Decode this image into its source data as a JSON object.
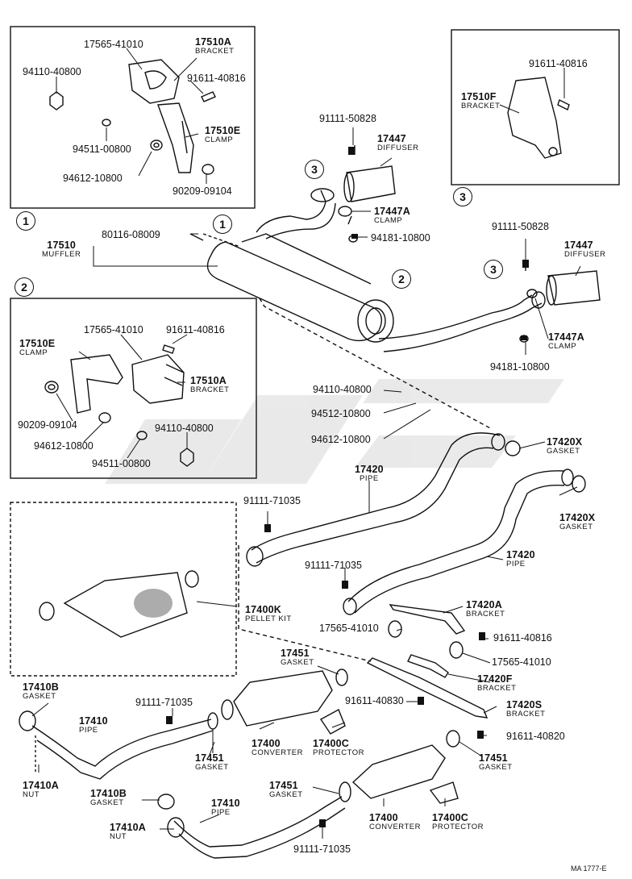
{
  "part_labels": {
    "p17565_41010_a": "17565-41010",
    "p17510a_a": "17510A",
    "p17510a_a_sub": "BRACKET",
    "p94110_40800_a": "94110-40800",
    "p91611_40816_a": "91611-40816",
    "p94511_00800_a": "94511-00800",
    "p17510e_a": "17510E",
    "p17510e_a_sub": "CLAMP",
    "p94612_10800_a": "94612-10800",
    "p90209_09104_a": "90209-09104",
    "p91611_40816_b": "91611-40816",
    "p17510f": "17510F",
    "p17510f_sub": "BRACKET",
    "p91111_50828_a": "91111-50828",
    "p17447_a": "17447",
    "p17447_a_sub": "DIFFUSER",
    "p17447a_a": "17447A",
    "p17447a_a_sub": "CLAMP",
    "p94181_10800_a": "94181-10800",
    "p80116_08009": "80116-08009",
    "p17510": "17510",
    "p17510_sub": "MUFFLER",
    "p91111_50828_b": "91111-50828",
    "p17447_b": "17447",
    "p17447_b_sub": "DIFFUSER",
    "p17447a_b": "17447A",
    "p17447a_b_sub": "CLAMP",
    "p94181_10800_b": "94181-10800",
    "p17510e_b": "17510E",
    "p17510e_b_sub": "CLAMP",
    "p17565_41010_b": "17565-41010",
    "p91611_40816_c": "91611-40816",
    "p17510a_b": "17510A",
    "p17510a_b_sub": "BRACKET",
    "p90209_09104_b": "90209-09104",
    "p94612_10800_b": "94612-10800",
    "p94110_40800_b": "94110-40800",
    "p94511_00800_b": "94511-00800",
    "p94110_40800_c": "94110-40800",
    "p94512_10800": "94512-10800",
    "p94612_10800_c": "94612-10800",
    "p17420x_a": "17420X",
    "p17420x_a_sub": "GASKET",
    "p17420_a": "17420",
    "p17420_a_sub": "PIPE",
    "p17420x_b": "17420X",
    "p17420x_b_sub": "GASKET",
    "p91111_71035_a": "91111-71035",
    "p91111_71035_b": "91111-71035",
    "p17420_b": "17420",
    "p17420_b_sub": "PIPE",
    "p17400k": "17400K",
    "p17400k_sub": "PELLET KIT",
    "p17420a": "17420A",
    "p17420a_sub": "BRACKET",
    "p17565_41010_c": "17565-41010",
    "p91611_40816_d": "91611-40816",
    "p17565_41010_d": "17565-41010",
    "p17451_a": "17451",
    "p17451_a_sub": "GASKET",
    "p17420f": "17420F",
    "p17420f_sub": "BRACKET",
    "p17410b_a": "17410B",
    "p17410b_a_sub": "GASKET",
    "p91111_71035_c": "91111-71035",
    "p91611_40830": "91611-40830",
    "p17420s": "17420S",
    "p17420s_sub": "BRACKET",
    "p17410_a": "17410",
    "p17410_a_sub": "PIPE",
    "p17400_a": "17400",
    "p17400_a_sub": "CONVERTER",
    "p17400c_a": "17400C",
    "p17400c_a_sub": "PROTECTOR",
    "p91611_40820": "91611-40820",
    "p17451_b": "17451",
    "p17451_b_sub": "GASKET",
    "p17451_c": "17451",
    "p17451_c_sub": "GASKET",
    "p17410a_a": "17410A",
    "p17410a_a_sub": "NUT",
    "p17451_d": "17451",
    "p17451_d_sub": "GASKET",
    "p17410b_b": "17410B",
    "p17410b_b_sub": "GASKET",
    "p17410_b": "17410",
    "p17410_b_sub": "PIPE",
    "p17410a_b": "17410A",
    "p17410a_b_sub": "NUT",
    "p17400_b": "17400",
    "p17400_b_sub": "CONVERTER",
    "p17400c_b": "17400C",
    "p17400c_b_sub": "PROTECTOR",
    "p91111_71035_d": "91111-71035"
  },
  "ref_markers": {
    "box1": "1",
    "box2": "2",
    "box3": "3",
    "main1": "1",
    "main2": "2",
    "main3a": "3",
    "main3b": "3"
  },
  "footer": {
    "code": "MA 1777-E"
  },
  "colors": {
    "ink": "#111111",
    "watermark": "#d9d9d9"
  }
}
